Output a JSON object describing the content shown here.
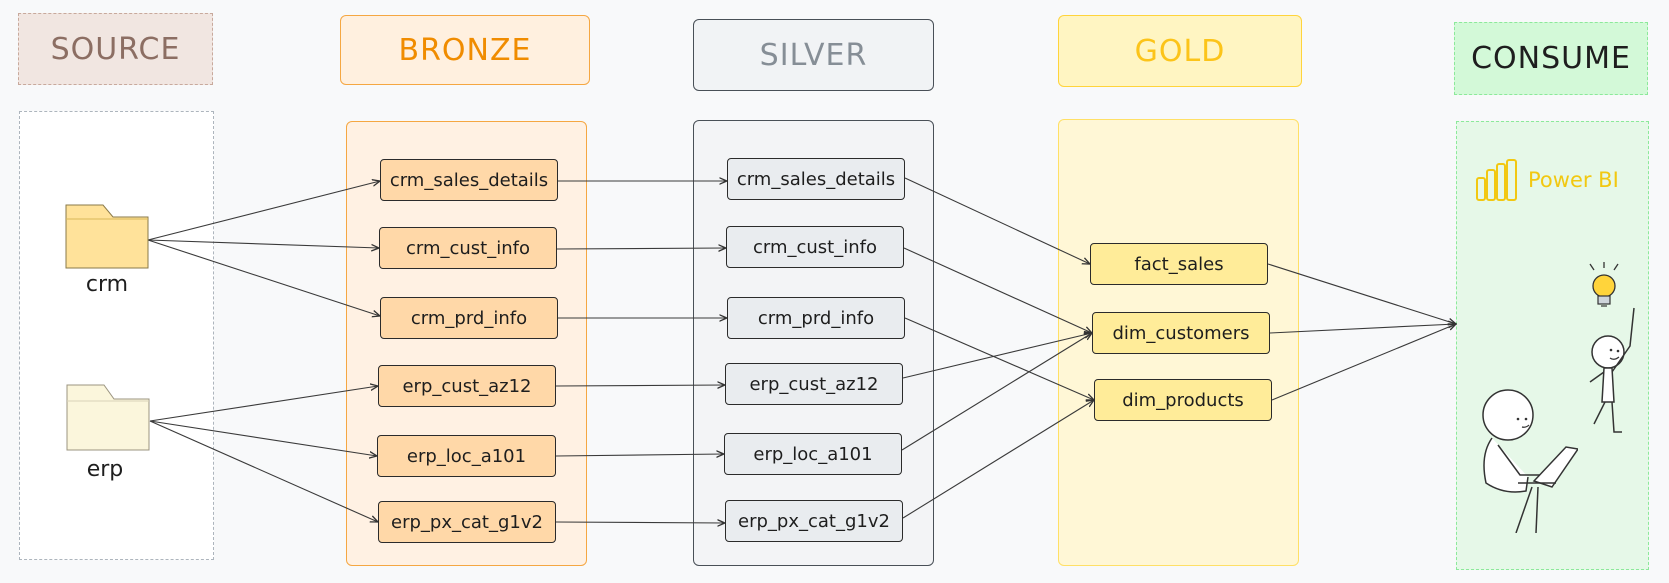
{
  "layers": {
    "source": "SOURCE",
    "bronze": "BRONZE",
    "silver": "SILVER",
    "gold": "GOLD",
    "consume": "CONSUME"
  },
  "sources": {
    "crm": "crm",
    "erp": "erp"
  },
  "bronze_tables": [
    "crm_sales_details",
    "crm_cust_info",
    "crm_prd_info",
    "erp_cust_az12",
    "erp_loc_a101",
    "erp_px_cat_g1v2"
  ],
  "silver_tables": [
    "crm_sales_details",
    "crm_cust_info",
    "crm_prd_info",
    "erp_cust_az12",
    "erp_loc_a101",
    "erp_px_cat_g1v2"
  ],
  "gold_tables": [
    "fact_sales",
    "dim_customers",
    "dim_products"
  ],
  "consume": {
    "tool": "Power BI"
  },
  "colors": {
    "source": "#8c6e63",
    "bronze": "#f08c00",
    "silver": "#868e96",
    "gold": "#fcc419",
    "consume": "#1e1e1e",
    "powerbi": "#f2c811"
  },
  "icons": [
    "folder-icon",
    "power-bi-icon",
    "lightbulb-icon",
    "person-icon",
    "laptop-icon"
  ]
}
